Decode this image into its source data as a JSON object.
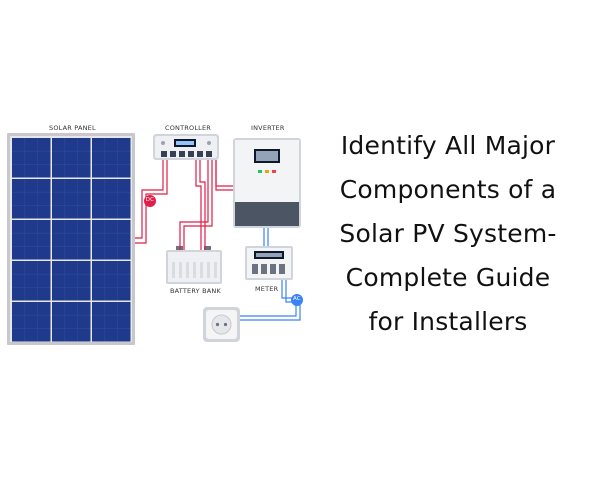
{
  "diagram": {
    "labels": {
      "solar_panel": "SOLAR PANEL",
      "controller": "CONTROLLER",
      "inverter": "INVERTER",
      "battery_bank": "BATTERY BANK",
      "meter": "METER"
    },
    "badges": {
      "dc": "DC",
      "ac": "AC"
    },
    "colors": {
      "panel_cell": "#1f3a8a",
      "panel_frame": "#c8c8cc",
      "dc_wire": "#e11d48",
      "ac_wire": "#3b82f6",
      "device_body": "#e5e7eb",
      "screen": "#0f172a"
    }
  },
  "title": {
    "lines": [
      "Identify All Major",
      "Components of a",
      "Solar PV System-",
      "Complete Guide",
      "for Installers"
    ]
  }
}
